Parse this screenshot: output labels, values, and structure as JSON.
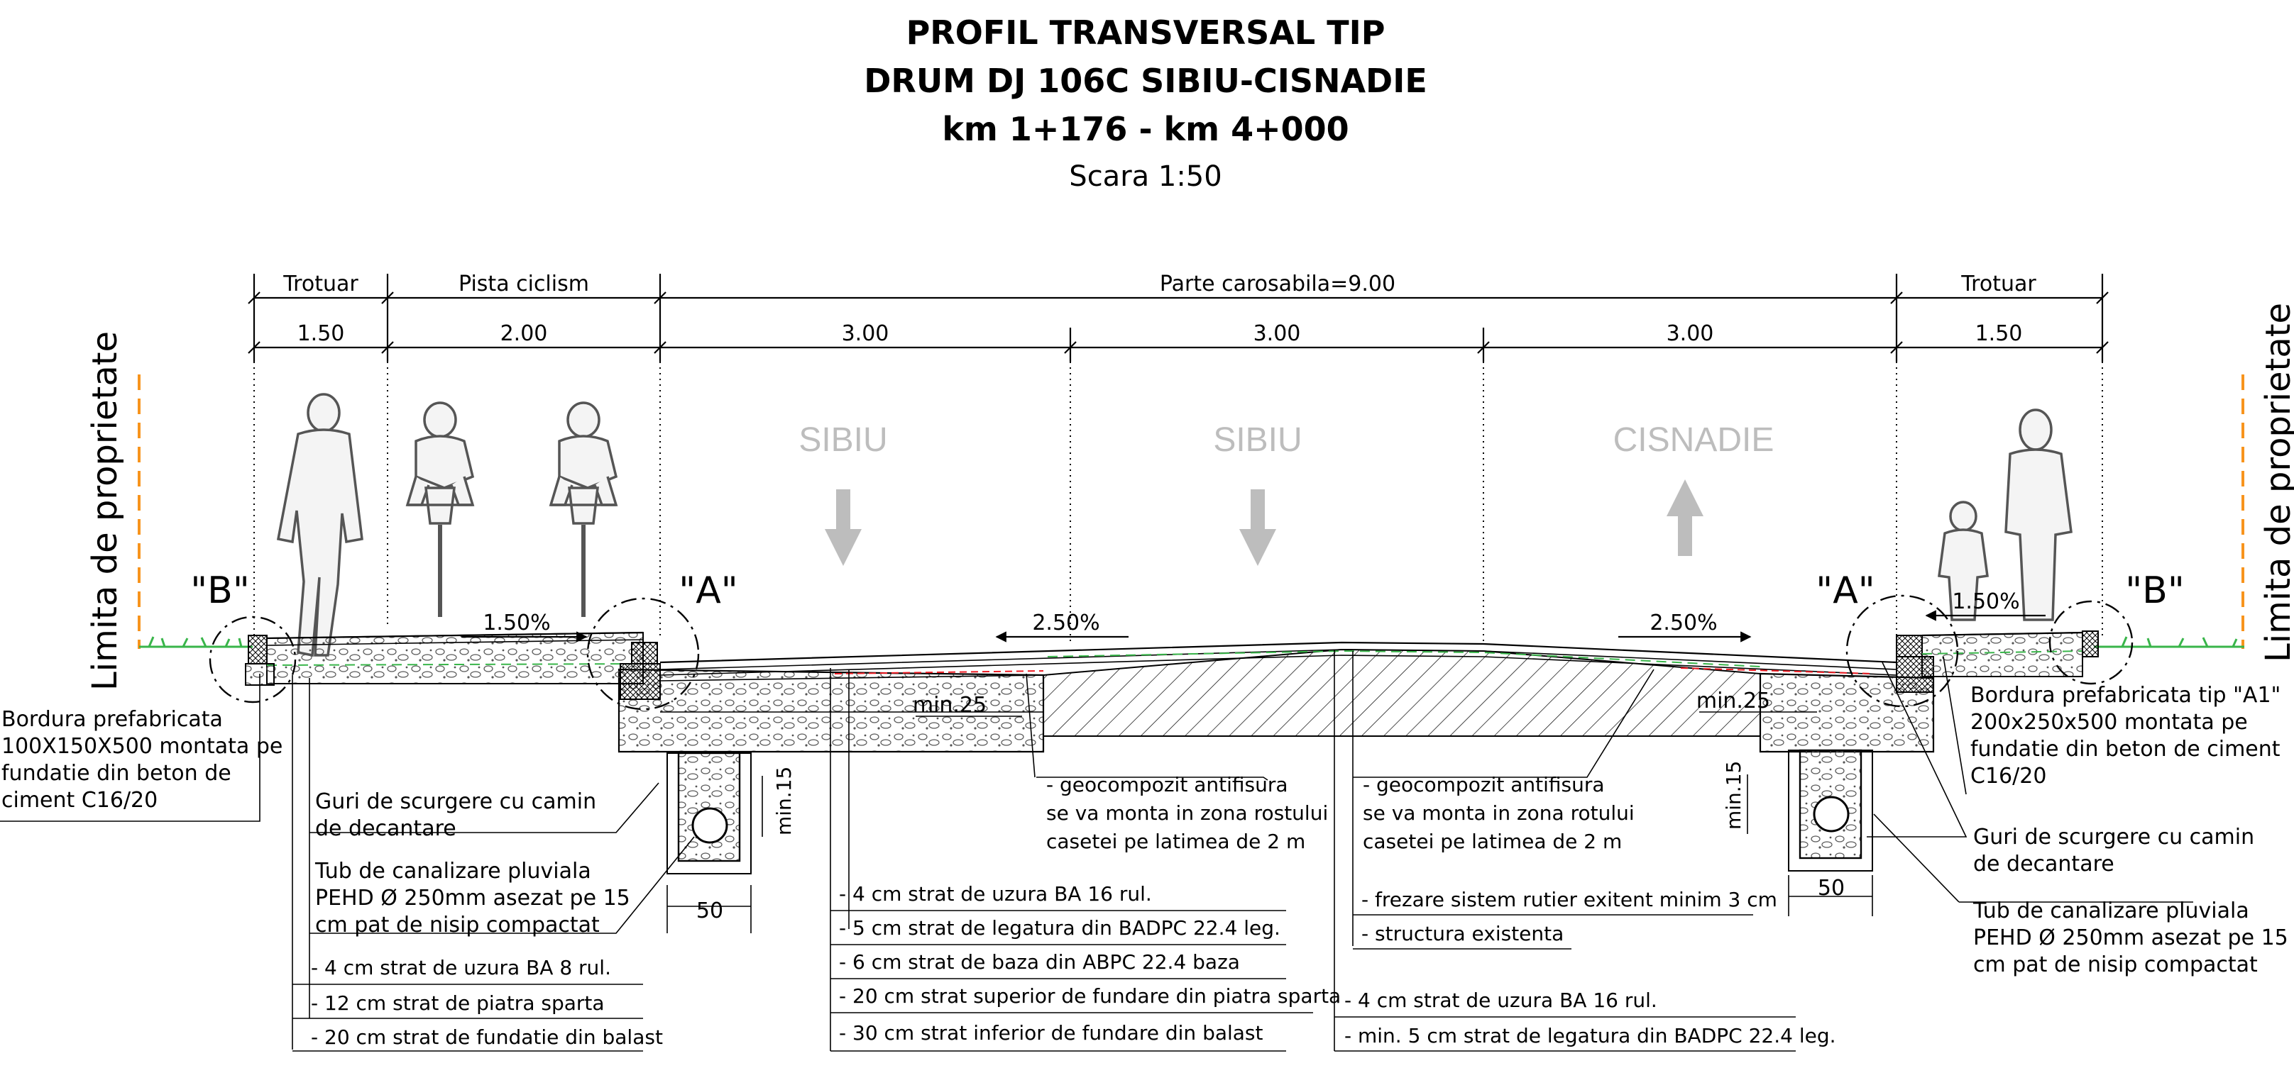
{
  "title": {
    "line1": "PROFIL TRANSVERSAL TIP",
    "line2": "DRUM DJ 106C SIBIU-CISNADIE",
    "line3": "km 1+176 - km 4+000",
    "scale": "Scara 1:50"
  },
  "zones": {
    "left_sidewalk": "Trotuar",
    "bike_lane": "Pista ciclism",
    "carriageway": "Parte carosabila=9.00",
    "right_sidewalk": "Trotuar"
  },
  "widths": [
    "1.50",
    "2.00",
    "3.00",
    "3.00",
    "3.00",
    "1.50"
  ],
  "lanes": [
    {
      "name": "SIBIU",
      "direction": "down"
    },
    {
      "name": "SIBIU",
      "direction": "down"
    },
    {
      "name": "CISNADIE",
      "direction": "up"
    }
  ],
  "property_limit": "Limita de proprietate",
  "details": {
    "b_left": "\"B\"",
    "a_left": "\"A\"",
    "a_right": "\"A\"",
    "b_right": "\"B\""
  },
  "slopes": {
    "bike": "1.50%",
    "left_road": "2.50%",
    "right_road": "2.50%",
    "right_walk": "1.50%"
  },
  "dims": {
    "min25_left": "min.25",
    "min25_right": "min.25",
    "min15_left": "min.15",
    "min15_right": "min.15",
    "w50_left": "50",
    "w50_right": "50"
  },
  "notes": {
    "curb_left": [
      "Bordura prefabricata",
      "100X150X500 montata pe",
      "fundatie din beton de",
      "ciment C16/20"
    ],
    "curb_right": [
      "Bordura prefabricata tip \"A1\"",
      "200x250x500 montata pe",
      "fundatie din beton de ciment",
      "C16/20"
    ],
    "gully_left": [
      "Guri de scurgere cu camin",
      "de decantare"
    ],
    "gully_right": [
      "Guri de scurgere cu camin",
      "de decantare"
    ],
    "pipe_left": [
      "Tub de canalizare pluviala",
      "PEHD Ø 250mm asezat pe 15",
      "cm pat de nisip compactat"
    ],
    "pipe_right": [
      "Tub de canalizare pluviala",
      "PEHD Ø 250mm asezat pe 15",
      "cm pat de nisip compactat"
    ],
    "geo_left": [
      "- geocompozit antifisura",
      "se va monta in zona rostului",
      "casetei pe latimea de 2 m"
    ],
    "geo_right": [
      "- geocompozit antifisura",
      "se va monta in zona rotului",
      "casetei pe latimea de 2 m"
    ]
  },
  "layers_bike": [
    "- 4 cm strat de uzura BA 8 rul.",
    "- 12 cm strat de piatra sparta",
    "- 20 cm strat de fundatie din balast"
  ],
  "layers_new_road": [
    "- 4 cm strat de uzura BA 16 rul.",
    "- 5 cm strat de legatura din BADPC 22.4 leg.",
    "- 6 cm strat de baza din ABPC 22.4 baza",
    "- 20 cm strat superior de fundare din piatra sparta",
    "- 30 cm strat inferior de fundare din balast"
  ],
  "existing_road": [
    "- frezare sistem rutier exitent minim 3 cm",
    "- structura existenta"
  ],
  "existing_overlay": [
    "- 4 cm strat de uzura BA 16 rul.",
    "- min. 5 cm strat de legatura din BADPC 22.4 leg."
  ],
  "colors": {
    "grass": "#39b54a",
    "property_line": "#f7941d",
    "lane_label": "#bdbdbd",
    "geocomposite": "#ed1c24"
  },
  "icons": [
    "pedestrian-icon",
    "cyclist-icon",
    "cyclist-icon",
    "adult-with-child-icon",
    "lane-arrow-down-icon",
    "lane-arrow-up-icon"
  ]
}
